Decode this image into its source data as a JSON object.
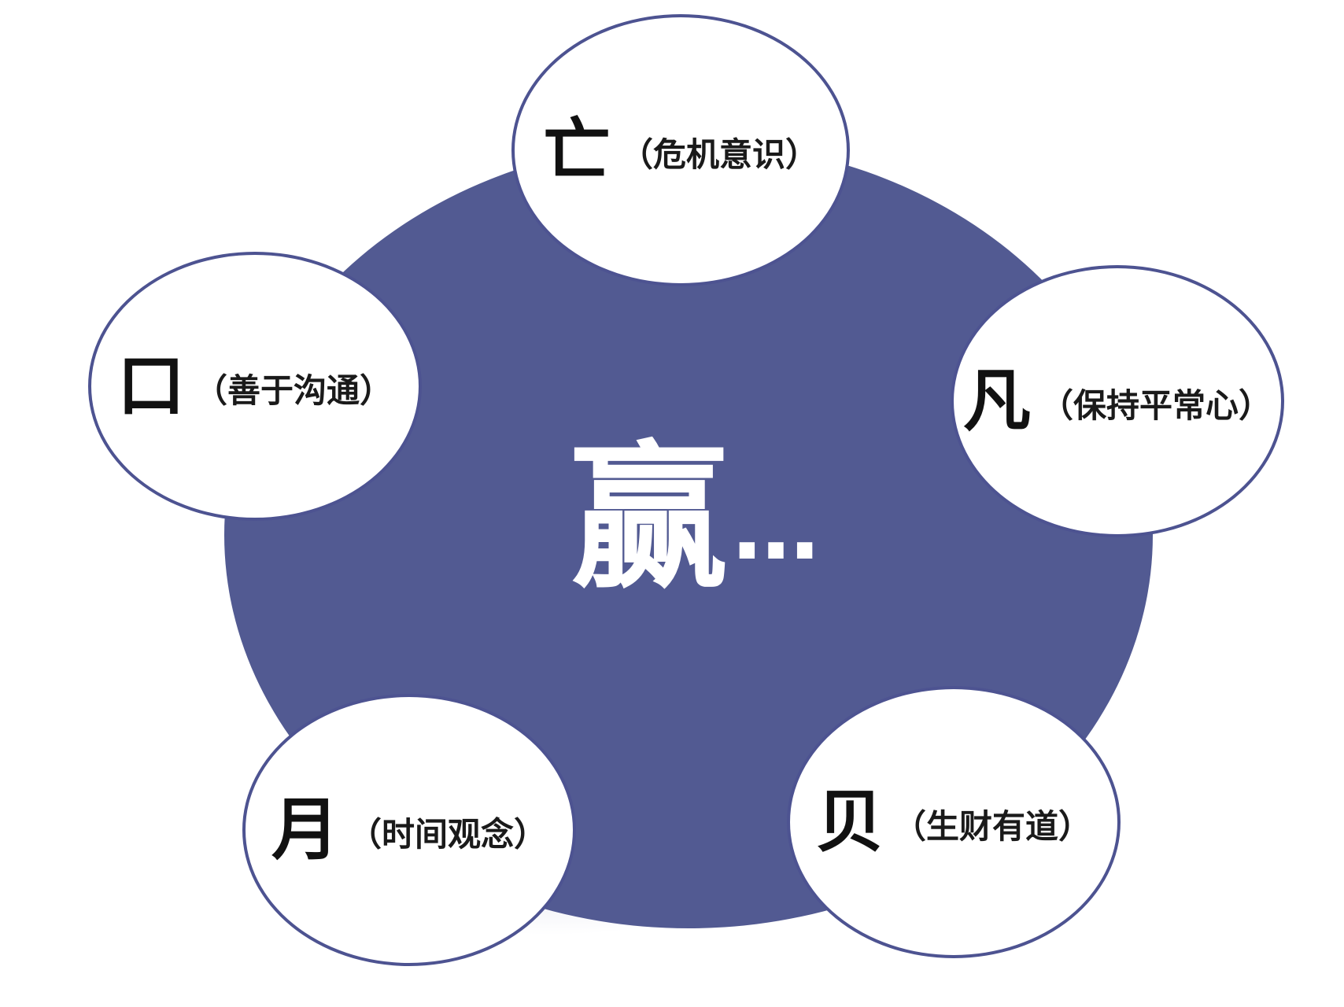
{
  "center": {
    "char": "赢",
    "suffix": "…"
  },
  "nodes": [
    {
      "char": "亡",
      "text": "（危机意识）"
    },
    {
      "char": "口",
      "text": "（善于沟通）"
    },
    {
      "char": "凡",
      "text": "（保持平常心）"
    },
    {
      "char": "月",
      "text": "（时间观念）"
    },
    {
      "char": "贝",
      "text": "（生财有道）"
    }
  ],
  "colors": {
    "center_fill": "#525a92",
    "node_border": "#4d5391",
    "node_fill": "#ffffff",
    "center_text": "#ffffff"
  }
}
